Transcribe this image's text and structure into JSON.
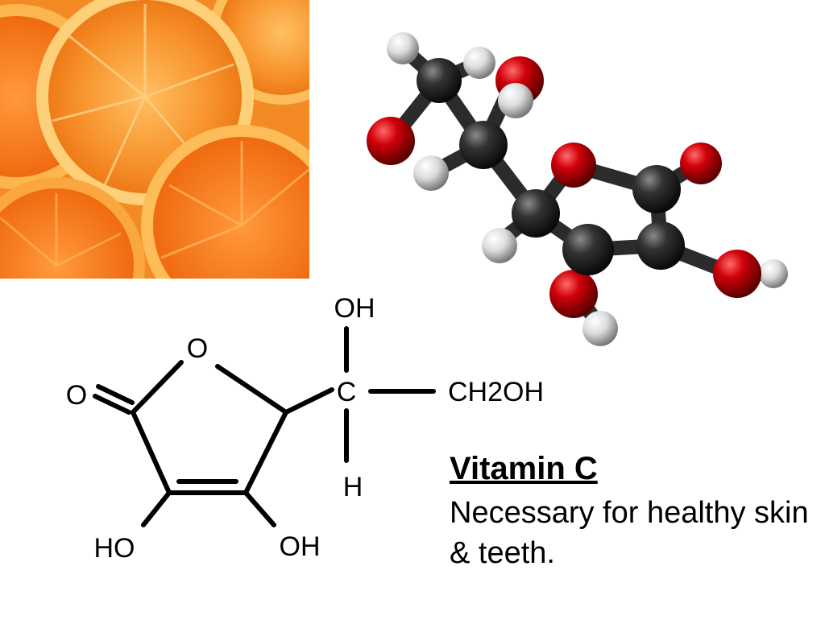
{
  "caption": {
    "title": "Vitamin C",
    "description": "Necessary for healthy skin & teeth."
  },
  "structure_labels": {
    "oh_top": "OH",
    "carbon": "C",
    "ch2oh": "CH2OH",
    "hydrogen": "H",
    "ring_oxygen": "O",
    "carbonyl_oxygen": "O",
    "ho_left": "HO",
    "oh_bottom": "OH"
  },
  "colors": {
    "orange_flesh": "#f07d1e",
    "orange_rind": "#f9b54a",
    "carbon_atom": "#2a2a2a",
    "oxygen_atom": "#c8000a",
    "hydrogen_atom": "#e8e8e8"
  }
}
